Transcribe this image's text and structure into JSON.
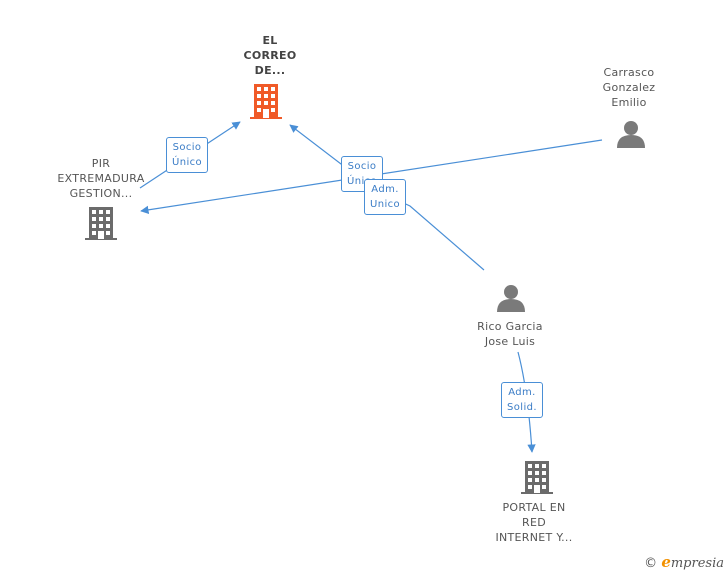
{
  "nodes": {
    "el_correo": {
      "label": "EL\nCORREO\nDE...",
      "kind": "company",
      "color": "#f05a28"
    },
    "pir": {
      "label": "PIR\nEXTREMADURA\nGESTION...",
      "kind": "company",
      "color": "#6b6b6b"
    },
    "carrasco": {
      "label": "Carrasco\nGonzalez\nEmilio",
      "kind": "person",
      "color": "#7a7a7a"
    },
    "rico": {
      "label": "Rico Garcia\nJose Luis",
      "kind": "person",
      "color": "#7a7a7a"
    },
    "portal": {
      "label": "PORTAL EN\nRED\nINTERNET Y...",
      "kind": "company",
      "color": "#6b6b6b"
    }
  },
  "edges": {
    "pir_correo": {
      "label": "Socio\nÚnico"
    },
    "carrasco_pir": {
      "label": "Socio\nÚnico"
    },
    "rico_correo": {
      "label": "Adm.\nUnico"
    },
    "rico_portal": {
      "label": "Adm.\nSolid."
    }
  },
  "colors": {
    "edge": "#4a8fd6",
    "accent": "#f05a28"
  },
  "brand": {
    "copyright": "©",
    "initial": "e",
    "rest": "mpresia"
  }
}
